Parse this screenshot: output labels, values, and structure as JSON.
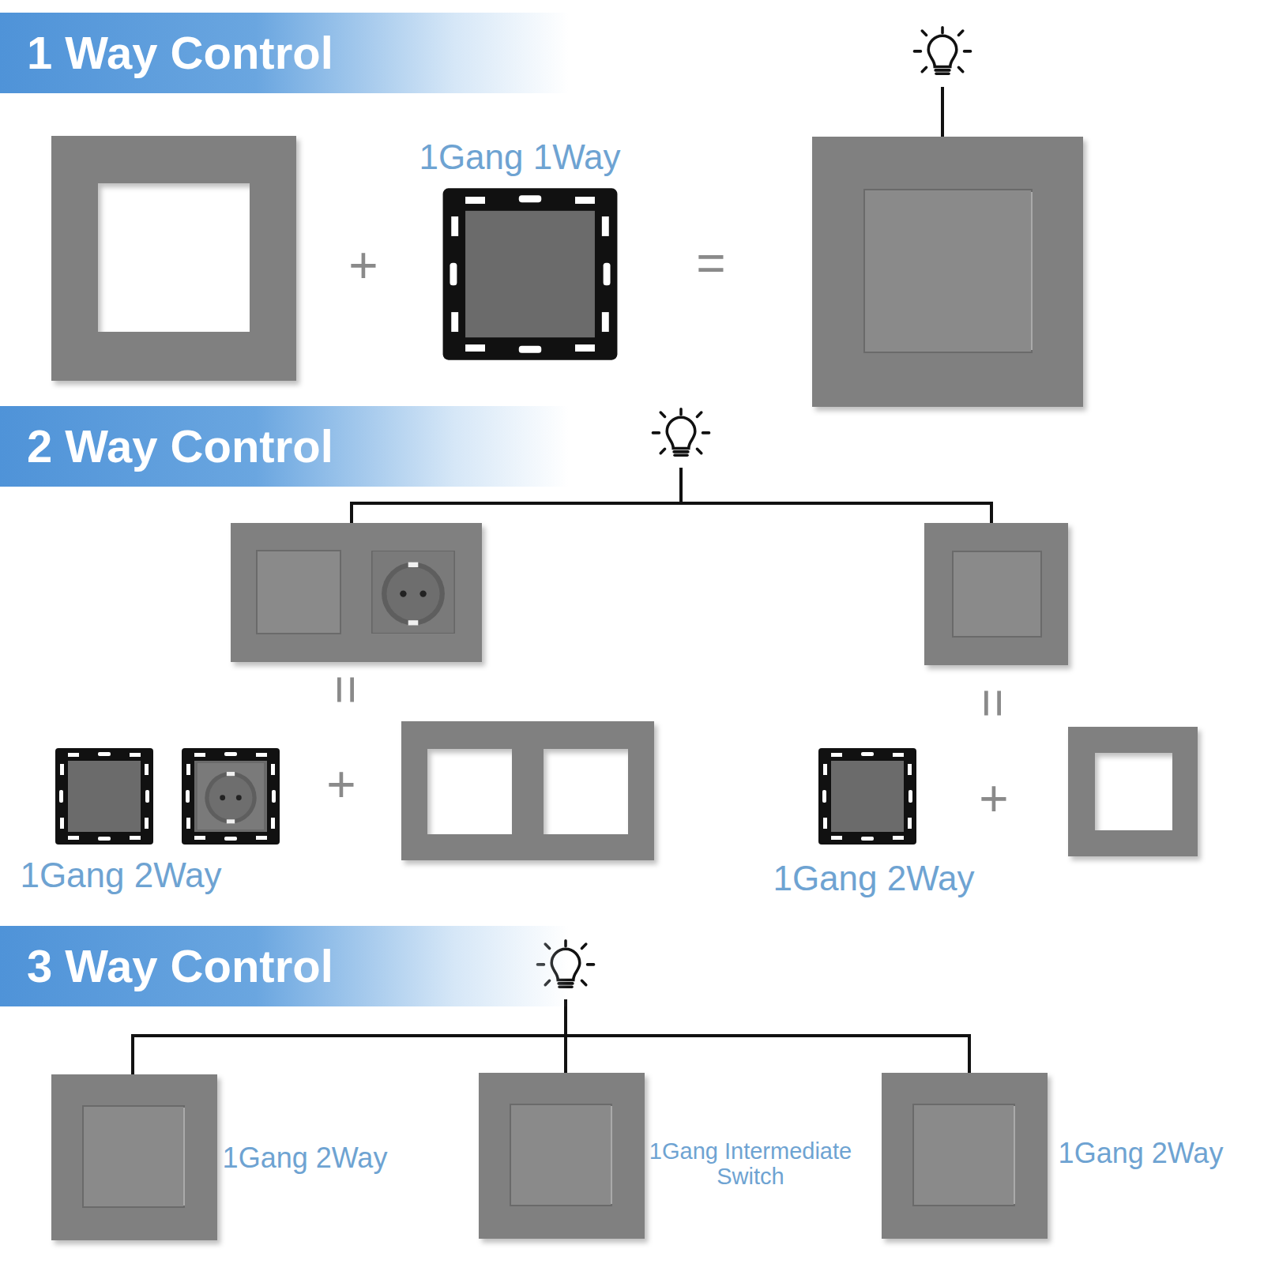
{
  "diagram": {
    "nodes": [
      {
        "text": [
          "1 Way Control"
        ]
      },
      {
        "text": [
          "2 Way Control"
        ]
      },
      {
        "text": [
          "3 Way Control"
        ]
      }
    ],
    "labels": [
      "+",
      "1Gang 1Way",
      "=",
      "=",
      "=",
      "+",
      "1Gang 2Way",
      "+",
      "1Gang 2Way",
      "1Gang 2Way",
      "1Gang Intermediate Switch",
      "1Gang 2Way"
    ]
  }
}
